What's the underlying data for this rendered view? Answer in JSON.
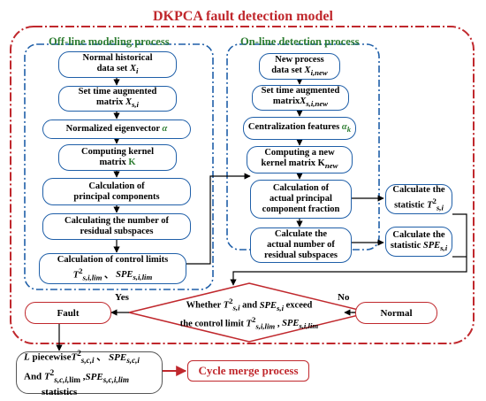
{
  "title": "DKPCA fault detection model",
  "offline_title": "Off-line modeling process",
  "online_title": "On-line detection process",
  "offline_steps": [
    [
      "Normal historical",
      "data set X_i"
    ],
    [
      "Set time augmented",
      "matrix X_s,i"
    ],
    [
      "Normalized eigenvector α"
    ],
    [
      "Computing kernel",
      "matrix K"
    ],
    [
      "Calculation of",
      "principal components"
    ],
    [
      "Calculating the number of",
      "residual subspaces"
    ],
    [
      "Calculation of control limits",
      "T²_s,i,lim 、 SPE_s,i,lim"
    ]
  ],
  "online_steps": [
    [
      "New process",
      "data set X_i,new"
    ],
    [
      "Set time augmented",
      "matrix X_s,i,new"
    ],
    [
      "Centralization features α_k"
    ],
    [
      "Computing a new",
      "kernel matrix K_new"
    ],
    [
      "Calculation of",
      "actual principal",
      "component fraction"
    ],
    [
      "Calculate the",
      "actual number of",
      "residual subspaces"
    ]
  ],
  "statistic_boxes": [
    [
      "Calculate the",
      "statistic T²_s,i"
    ],
    [
      "Calculate the",
      "statistic SPE_s,i"
    ]
  ],
  "decision": [
    "Whether T²_s,i and SPE_s,i exceed",
    "the control limit T²_s,i,lim , SPE_s,i,lim"
  ],
  "yes_label": "Yes",
  "no_label": "No",
  "fault_label": "Fault",
  "normal_label": "Normal",
  "stats_box": [
    "L piecewise T²_s,c,i 、 SPE_s,c,i",
    "And T²_s,c,i,lim , SPE_s,c,i,lim",
    "statistics"
  ],
  "cycle_label": "Cycle merge process",
  "colors": {
    "title": "#c0282d",
    "section": "#2e7d32",
    "box_border": "#1f5fa8",
    "outer_border": "#c0282d",
    "inner_border": "#1f5fa8"
  }
}
